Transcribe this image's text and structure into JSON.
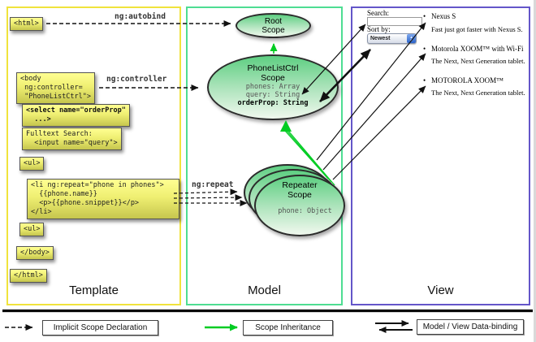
{
  "colors": {
    "template_border": "#f0e33c",
    "model_border": "#4edd92",
    "view_border": "#6456c9",
    "code_box_gradient_top": "#ffff92",
    "code_box_gradient_bottom": "#c6c64e",
    "scope_ellipse_top": "#5ecf82",
    "scope_ellipse_bottom": "#f0f8ee",
    "inheritance_arrow": "#00cc22",
    "declaration_arrow": "#111111",
    "binding_arrow": "#111111"
  },
  "template": {
    "title": "Template",
    "code_boxes": {
      "html_open": "<html>",
      "body_open": "<body\n ng:controller=\n \"PhoneListCtrl\">",
      "select": "<select name=\"orderProp\"\n  ...>",
      "fulltext": "Fulltext Search:\n  <input name=\"query\">",
      "ul_open": "<ul>",
      "li_repeat": "<li ng:repeat=\"phone in phones\">\n  {{phone.name}}\n  <p>{{phone.snippet}}</p>\n</li>",
      "ul_close": "<ul>",
      "body_close": "</body>",
      "html_close": "</html>"
    }
  },
  "model": {
    "title": "Model",
    "root_scope": {
      "title": "Root\nScope"
    },
    "phonelistctrl_scope": {
      "title": "PhoneListCtrl\nScope",
      "props": [
        "phones: Array",
        "query: String"
      ],
      "bold_prop": "orderProp: String"
    },
    "repeater_scope": {
      "title": "Repeater\nScope",
      "prop": "phone: Object"
    }
  },
  "view": {
    "title": "View",
    "search_label": "Search:",
    "search_value": "",
    "sort_label": "Sort by:",
    "sort_value": "Newest",
    "bullet": "•",
    "items": [
      {
        "name": "Nexus S",
        "snippet": "Fast just got faster with Nexus S."
      },
      {
        "name": "Motorola XOOM™ with Wi-Fi",
        "snippet": "The Next, Next Generation tablet."
      },
      {
        "name": "MOTOROLA XOOM™",
        "snippet": "The Next, Next Generation tablet."
      }
    ]
  },
  "arrow_labels": {
    "autobind": "ng:autobind",
    "controller": "ng:controller",
    "repeat": "ng:repeat"
  },
  "legend": {
    "implicit": "Implicit Scope Declaration",
    "inheritance": "Scope Inheritance",
    "binding": "Model / View Data-binding"
  }
}
